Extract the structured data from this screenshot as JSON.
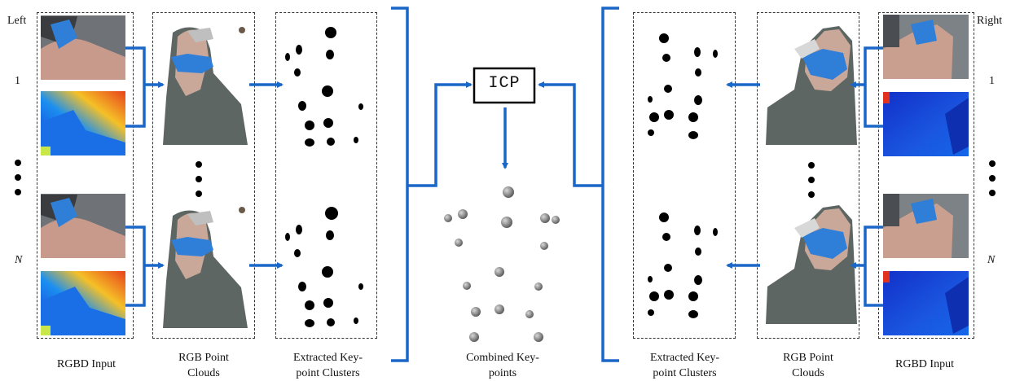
{
  "left_side": {
    "side_label": "Left",
    "first_index": "1",
    "last_index": "N",
    "caption_rgbd": "RGBD Input",
    "caption_point_clouds": "RGB Point Clouds",
    "caption_clusters": "Extracted Key-point Clusters"
  },
  "right_side": {
    "side_label": "Right",
    "first_index": "1",
    "last_index": "N",
    "caption_rgbd": "RGBD Input",
    "caption_point_clouds": "RGB Point Clouds",
    "caption_clusters": "Extracted Key-point Clusters"
  },
  "center": {
    "icp_label": "ICP",
    "caption_combined": "Combined Key-points"
  },
  "colors": {
    "arrow_blue": "#1a67c8",
    "mask_blue": "#2f7fd8",
    "keypoint_gray": "#8a8a8a",
    "cluster_black": "#000000"
  }
}
